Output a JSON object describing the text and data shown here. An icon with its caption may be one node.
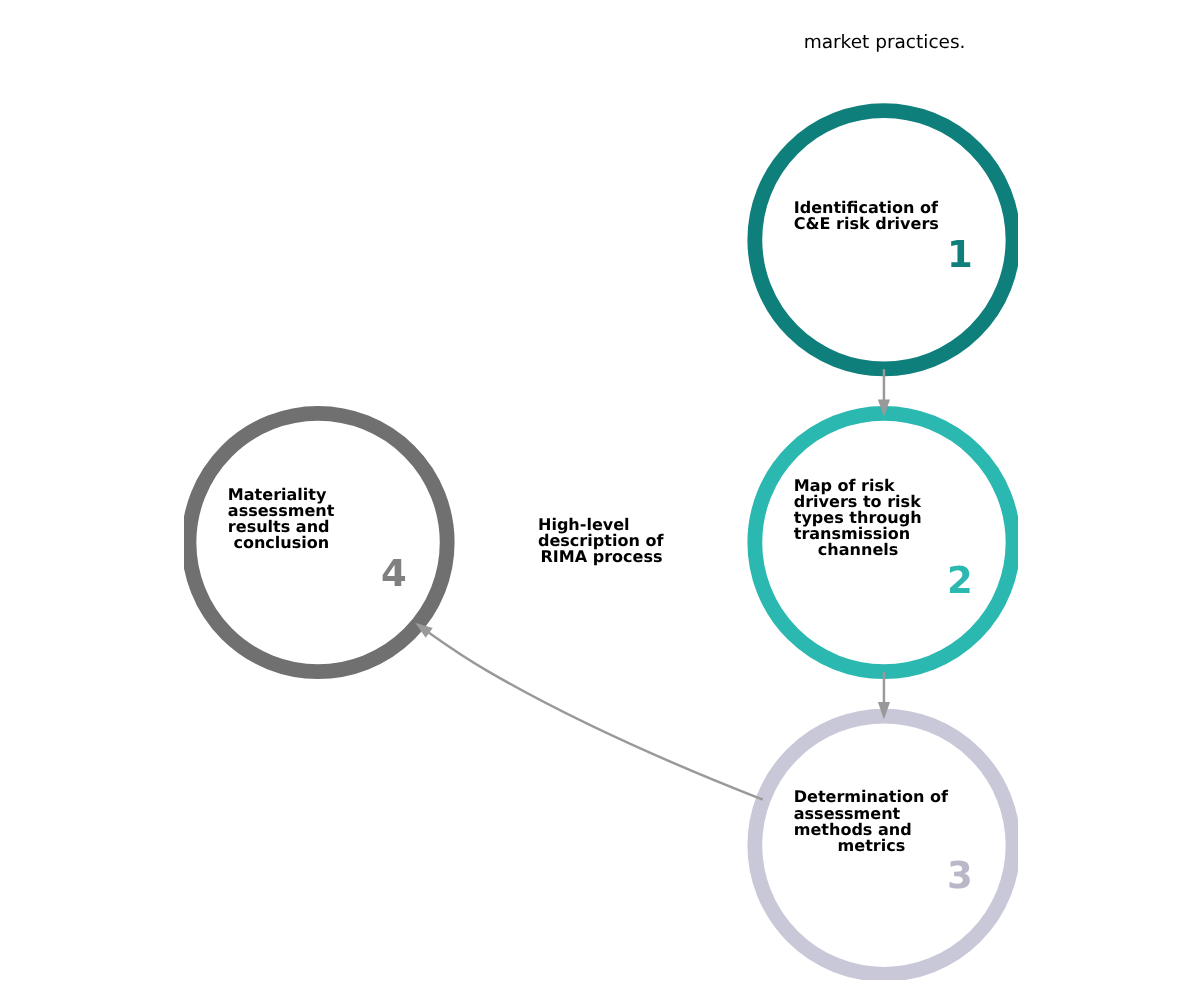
{
  "diagram": {
    "nodes": [
      {
        "text": [
          "Identification of C&E risk drivers",
          "1"
        ]
      },
      {
        "text": [
          "Map of risk drivers to risk types through transmission channels",
          "2"
        ]
      },
      {
        "text": [
          "Determination of assessment methods and metrics",
          "3"
        ]
      },
      {
        "text": [
          "Materiality assessment results and conclusion",
          "4"
        ]
      }
    ],
    "edges": [
      {
        "from": 0,
        "to": 1,
        "arrow": "to"
      },
      {
        "from": 1,
        "to": 2,
        "arrow": "to"
      },
      {
        "from": 2,
        "to": 3,
        "arrow": "to"
      }
    ],
    "labels": [
      "market practices.",
      "High-level description of RIMA process"
    ]
  }
}
